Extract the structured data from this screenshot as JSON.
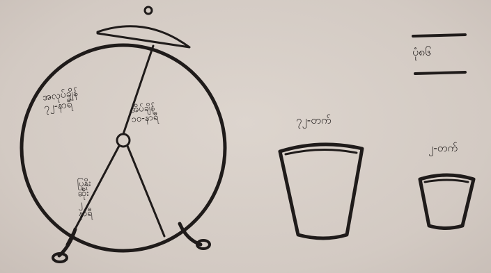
{
  "clock": {
    "sector_a": "အလုပ်ချိန်\n၇၂-နာရီ",
    "sector_b": "အိပ်ချိန်\n၁၀-နာရီ",
    "sector_c": "ပြုနိုး\nဆိုး\n၂\nနာရီ"
  },
  "cups": {
    "large_label": "၇၂-တက်",
    "small_label": "၂-တက်"
  },
  "heading": "ပုံ၈၆"
}
